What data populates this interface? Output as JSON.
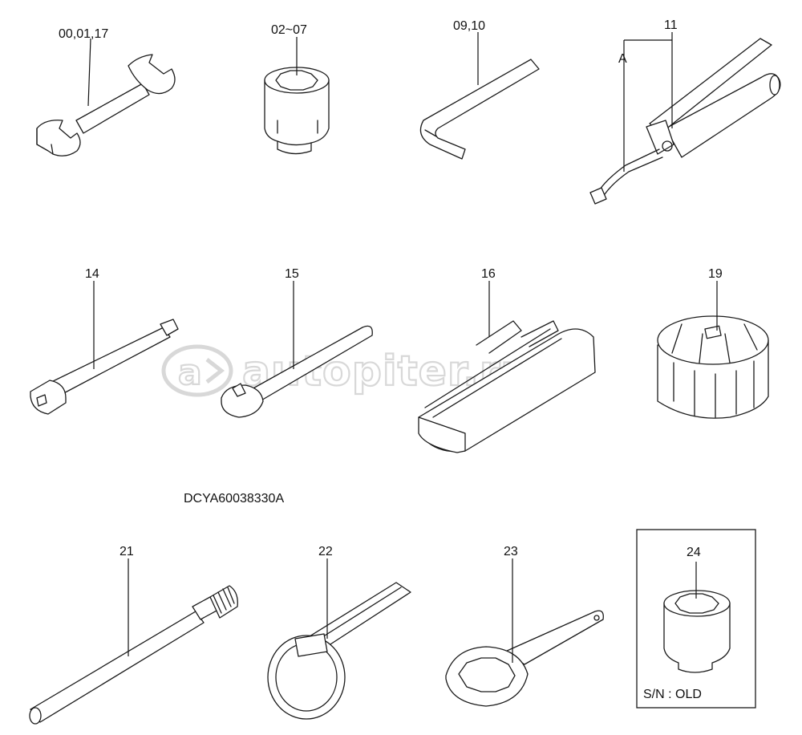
{
  "labels": {
    "wrench": "00,01,17",
    "socket": "02~07",
    "hex_key": "09,10",
    "grease_gun": "11",
    "grease_gun_callout": "A",
    "extension_bar": "14",
    "ratchet": "15",
    "tool_bag": "16",
    "filter_socket": "19",
    "drain_tool": "21",
    "strap_wrench": "22",
    "ring_spanner": "23",
    "socket_old": "24",
    "socket_old_note": "S/N : OLD"
  },
  "drawing_code": "DCYA60038330A",
  "watermark": "autopiter.ru",
  "colors": {
    "line": "#1a1a1a",
    "watermark": "#d8d8d8",
    "background": "#ffffff"
  }
}
